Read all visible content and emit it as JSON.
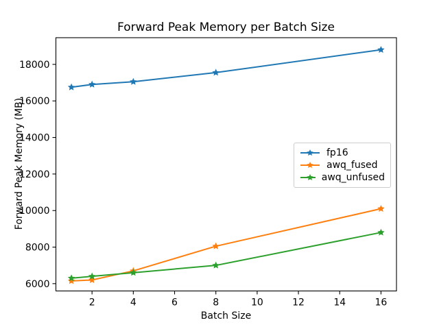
{
  "chart_data": {
    "type": "line",
    "title": "Forward Peak Memory per Batch Size",
    "xlabel": "Batch Size",
    "ylabel": "Forward Peak Memory (MB)",
    "x": [
      1,
      2,
      4,
      8,
      16
    ],
    "series": [
      {
        "name": "fp16",
        "color": "#1f77b4",
        "values": [
          16750,
          16900,
          17050,
          17550,
          18800
        ]
      },
      {
        "name": "awq_fused",
        "color": "#ff7f0e",
        "values": [
          6150,
          6200,
          6700,
          8050,
          10100
        ]
      },
      {
        "name": "awq_unfused",
        "color": "#2ca02c",
        "values": [
          6300,
          6400,
          6600,
          7000,
          8800
        ]
      }
    ],
    "marker": "star",
    "xticks": [
      2,
      4,
      6,
      8,
      10,
      12,
      14,
      16
    ],
    "yticks": [
      6000,
      8000,
      10000,
      12000,
      14000,
      16000,
      18000
    ],
    "xlim": [
      0.25,
      16.75
    ],
    "ylim": [
      5600,
      19460
    ],
    "grid": false,
    "legend_position": "center-right",
    "spine_color": "#000000",
    "background_color": "#ffffff"
  }
}
